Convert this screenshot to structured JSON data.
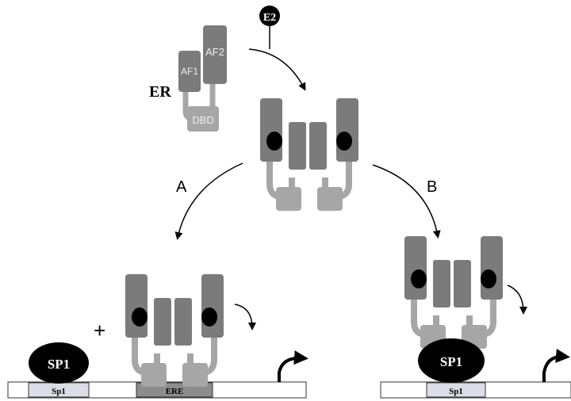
{
  "ligand": {
    "label": "E2"
  },
  "receptor": {
    "name": "ER",
    "domains": {
      "af1": "AF1",
      "af2": "AF2",
      "dbd": "DBD"
    }
  },
  "pathways": {
    "a": "A",
    "b": "B"
  },
  "left_panel": {
    "factor": "SP1",
    "plus": "+",
    "sites": {
      "sp1": "Sp1",
      "ere": "ERE"
    }
  },
  "right_panel": {
    "factor": "SP1",
    "sites": {
      "sp1": "Sp1"
    }
  },
  "colors": {
    "receptor_domain": "#7b7b7b",
    "receptor_connector": "#a6a6a6",
    "ligand_dot": "#000000",
    "sp1_protein": "#000000",
    "dna_strand": "#ffffff",
    "sp1_site": "#dcdce6",
    "ere_site": "#8c8c8c"
  }
}
